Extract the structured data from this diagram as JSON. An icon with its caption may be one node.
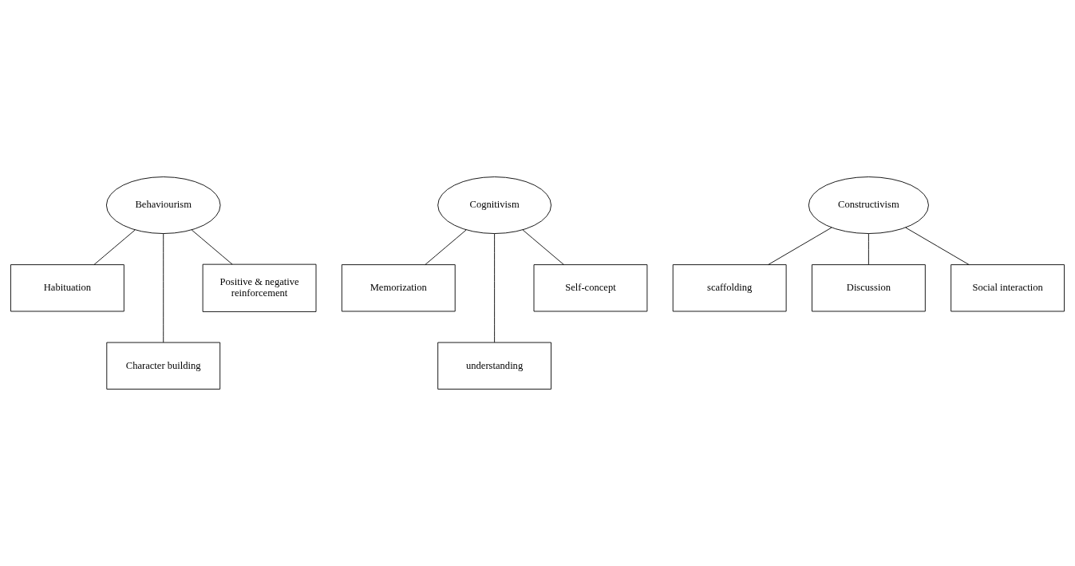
{
  "diagram": {
    "nodes": [
      {
        "text": [
          "Behaviourism"
        ]
      },
      {
        "text": [
          "Habituation"
        ]
      },
      {
        "text": [
          "Character building"
        ]
      },
      {
        "text": [
          "Positive & negative reinforcement"
        ]
      },
      {
        "text": [
          "Cognitivism"
        ]
      },
      {
        "text": [
          "Memorization"
        ]
      },
      {
        "text": [
          "understanding"
        ]
      },
      {
        "text": [
          "Self-concept"
        ]
      },
      {
        "text": [
          "Constructivism"
        ]
      },
      {
        "text": [
          "scaffolding"
        ]
      },
      {
        "text": [
          "Discussion"
        ]
      },
      {
        "text": [
          "Social interaction"
        ]
      }
    ],
    "edges": [
      {
        "from": 0,
        "to": 1,
        "arrow": "none"
      },
      {
        "from": 0,
        "to": 2,
        "arrow": "none"
      },
      {
        "from": 0,
        "to": 3,
        "arrow": "none"
      },
      {
        "from": 4,
        "to": 5,
        "arrow": "none"
      },
      {
        "from": 4,
        "to": 6,
        "arrow": "none"
      },
      {
        "from": 4,
        "to": 7,
        "arrow": "none"
      },
      {
        "from": 8,
        "to": 9,
        "arrow": "none"
      },
      {
        "from": 8,
        "to": 10,
        "arrow": "none"
      },
      {
        "from": 8,
        "to": 11,
        "arrow": "none"
      }
    ]
  }
}
